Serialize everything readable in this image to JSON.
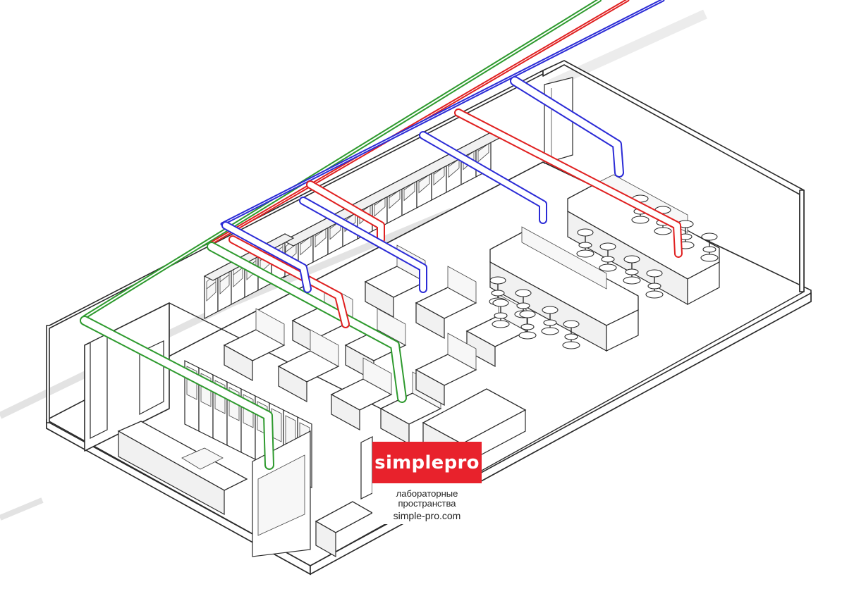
{
  "brand": {
    "name": "simplepro",
    "tagline_1": "лабораторные",
    "tagline_2": "пространства",
    "website": "simple-pro.com",
    "color": "#e8222c"
  },
  "ducts": {
    "supply_color": "#e02020",
    "exhaust_color": "#2b2bd6",
    "general_color": "#2e9a2e"
  }
}
